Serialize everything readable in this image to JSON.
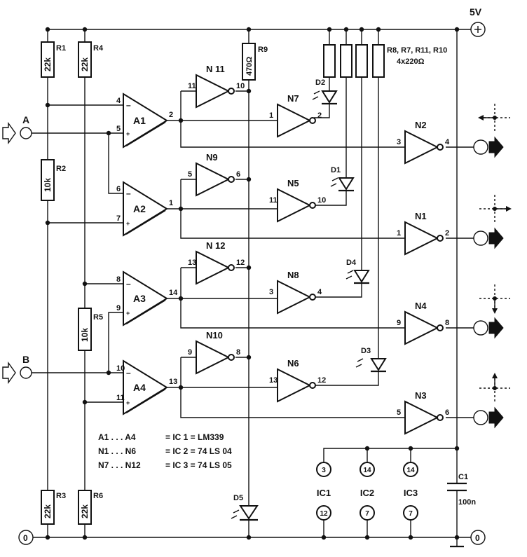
{
  "supply": {
    "label": "5V",
    "plus": "+"
  },
  "ground": {
    "left": "0",
    "right": "0"
  },
  "inputs": {
    "a": "A",
    "b": "B"
  },
  "resistors": {
    "r1": {
      "name": "R1",
      "value": "22k"
    },
    "r2": {
      "name": "R2",
      "value": "10k"
    },
    "r3": {
      "name": "R3",
      "value": "22k"
    },
    "r4": {
      "name": "R4",
      "value": "22k"
    },
    "r5": {
      "name": "R5",
      "value": "10k"
    },
    "r6": {
      "name": "R6",
      "value": "22k"
    },
    "r9": {
      "name": "R9",
      "value": "470Ω"
    },
    "array_name": "R8, R7, R11, R10",
    "array_value": "4x220Ω"
  },
  "comparators": {
    "a1": {
      "name": "A1",
      "pin_inv": "4",
      "pin_noninv": "5",
      "pin_out": "2"
    },
    "a2": {
      "name": "A2",
      "pin_inv": "6",
      "pin_noninv": "7",
      "pin_out": "1"
    },
    "a3": {
      "name": "A3",
      "pin_inv": "8",
      "pin_noninv": "9",
      "pin_out": "14"
    },
    "a4": {
      "name": "A4",
      "pin_inv": "10",
      "pin_noninv": "11",
      "pin_out": "13"
    },
    "minus": "–",
    "plus": "+"
  },
  "inverters": {
    "n11": {
      "name": "N 11",
      "pin_in": "11",
      "pin_out": "10"
    },
    "n9": {
      "name": "N9",
      "pin_in": "5",
      "pin_out": "6"
    },
    "n12": {
      "name": "N 12",
      "pin_in": "13",
      "pin_out": "12"
    },
    "n10": {
      "name": "N10",
      "pin_in": "9",
      "pin_out": "8"
    },
    "n7": {
      "name": "N7",
      "pin_in": "1",
      "pin_out": "2"
    },
    "n5": {
      "name": "N5",
      "pin_in": "11",
      "pin_out": "10"
    },
    "n8": {
      "name": "N8",
      "pin_in": "3",
      "pin_out": "4"
    },
    "n6": {
      "name": "N6",
      "pin_in": "13",
      "pin_out": "12"
    },
    "n2": {
      "name": "N2",
      "pin_in": "3",
      "pin_out": "4"
    },
    "n1": {
      "name": "N1",
      "pin_in": "1",
      "pin_out": "2"
    },
    "n4": {
      "name": "N4",
      "pin_in": "9",
      "pin_out": "8"
    },
    "n3": {
      "name": "N3",
      "pin_in": "5",
      "pin_out": "6"
    }
  },
  "leds": {
    "d1": "D1",
    "d2": "D2",
    "d3": "D3",
    "d4": "D4",
    "d5": "D5"
  },
  "capacitor": {
    "name": "C1",
    "value": "100n"
  },
  "ic_power": {
    "ic1": {
      "name": "IC1",
      "vcc": "3",
      "gnd": "12"
    },
    "ic2": {
      "name": "IC2",
      "vcc": "14",
      "gnd": "7"
    },
    "ic3": {
      "name": "IC3",
      "vcc": "14",
      "gnd": "7"
    }
  },
  "legend": [
    {
      "range": "A1 . . .   A4",
      "eq": "= IC 1 = LM339"
    },
    {
      "range": "N1 . . .   N6",
      "eq": "= IC 2 = 74 LS 04"
    },
    {
      "range": "N7 . . . N12",
      "eq": "= IC 3 = 74 LS 05"
    }
  ]
}
